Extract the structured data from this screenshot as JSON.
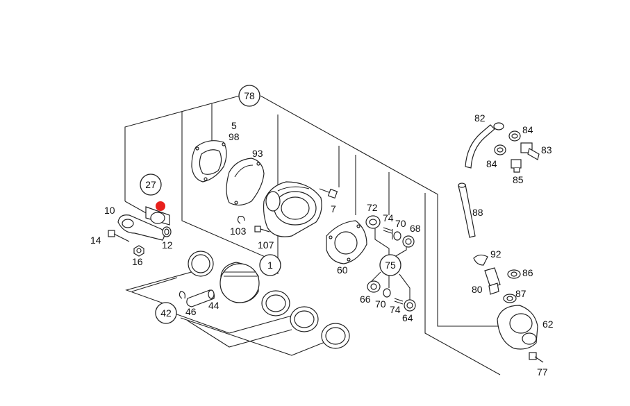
{
  "diagram": {
    "type": "exploded parts diagram",
    "marker_color": "#e8201c",
    "group_labels": [
      {
        "id": "g78",
        "text": "78"
      },
      {
        "id": "g27",
        "text": "27"
      },
      {
        "id": "g1",
        "text": "1"
      },
      {
        "id": "g42",
        "text": "42"
      },
      {
        "id": "g75",
        "text": "75"
      }
    ],
    "part_labels": {
      "p5": "5",
      "p98": "98",
      "p93": "93",
      "p7": "7",
      "p103": "103",
      "p107": "107",
      "p10": "10",
      "p14": "14",
      "p16": "16",
      "p12": "12",
      "p44": "44",
      "p46": "46",
      "p60": "60",
      "p72": "72",
      "p74a": "74",
      "p70a": "70",
      "p68": "68",
      "p66": "66",
      "p70b": "70",
      "p74b": "74",
      "p64": "64",
      "p82": "82",
      "p84a": "84",
      "p83": "83",
      "p84b": "84",
      "p85": "85",
      "p88": "88",
      "p92": "92",
      "p86": "86",
      "p80": "80",
      "p87": "87",
      "p62": "62",
      "p77": "77"
    }
  }
}
